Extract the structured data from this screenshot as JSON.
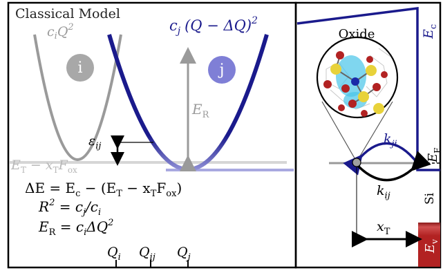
{
  "title": "Classical Model",
  "parabola_i_label": "c",
  "parabola_i_sub": "i",
  "parabola_i_rest": "Q",
  "parabola_i_sup": "2",
  "parabola_j_label_pre": "c",
  "parabola_j_sub": "j",
  "parabola_j_rest": "(Q − ΔQ)",
  "parabola_j_sup": "2",
  "state_i": "i",
  "state_j": "j",
  "er_label": "E",
  "er_sub": "R",
  "eps_label": "ε",
  "eps_sub": "ij",
  "et_label": "E",
  "et_sub": "T",
  "et_minus": " − x",
  "et_xsub": "T",
  "et_f": "F",
  "et_fsub": "ox",
  "eq1": "ΔE = E",
  "eq1_sub1": "c",
  "eq1_mid": " − (E",
  "eq1_sub2": "T",
  "eq1_mid2": " − x",
  "eq1_sub3": "T",
  "eq1_mid3": "F",
  "eq1_sub4": "ox",
  "eq1_end": ")",
  "eq2_pre": "R",
  "eq2_sup": "2",
  "eq2_mid": " = c",
  "eq2_sub1": "j",
  "eq2_mid2": "/c",
  "eq2_sub2": "i",
  "eq3_pre": "E",
  "eq3_sub1": "R",
  "eq3_mid": " = c",
  "eq3_sub2": "i",
  "eq3_mid2": "ΔQ",
  "eq3_sup": "2",
  "q_i": "Q",
  "q_i_sub": "i",
  "q_ij": "Q",
  "q_ij_sub": "ij",
  "q_j": "Q",
  "q_j_sub": "j",
  "oxide_label": "Oxide",
  "ec_label": "E",
  "ec_sub": "c",
  "ef_label": "E",
  "ef_sub": "F",
  "ev_label": "E",
  "ev_sub": "v",
  "si_label": "Si",
  "kji_label": "k",
  "kji_sub": "ji",
  "kij_label": "k",
  "kij_sub": "ij",
  "xt_label": "x",
  "xt_sub": "T",
  "colors": {
    "blue": "#1a1a8c",
    "gray": "#9a9a9a",
    "state_i_fill": "#a8a8a8",
    "state_j_fill": "#7f7fd6",
    "red": "#b22222",
    "cyan": "#48c4e8",
    "yellow": "#e8d23a"
  }
}
